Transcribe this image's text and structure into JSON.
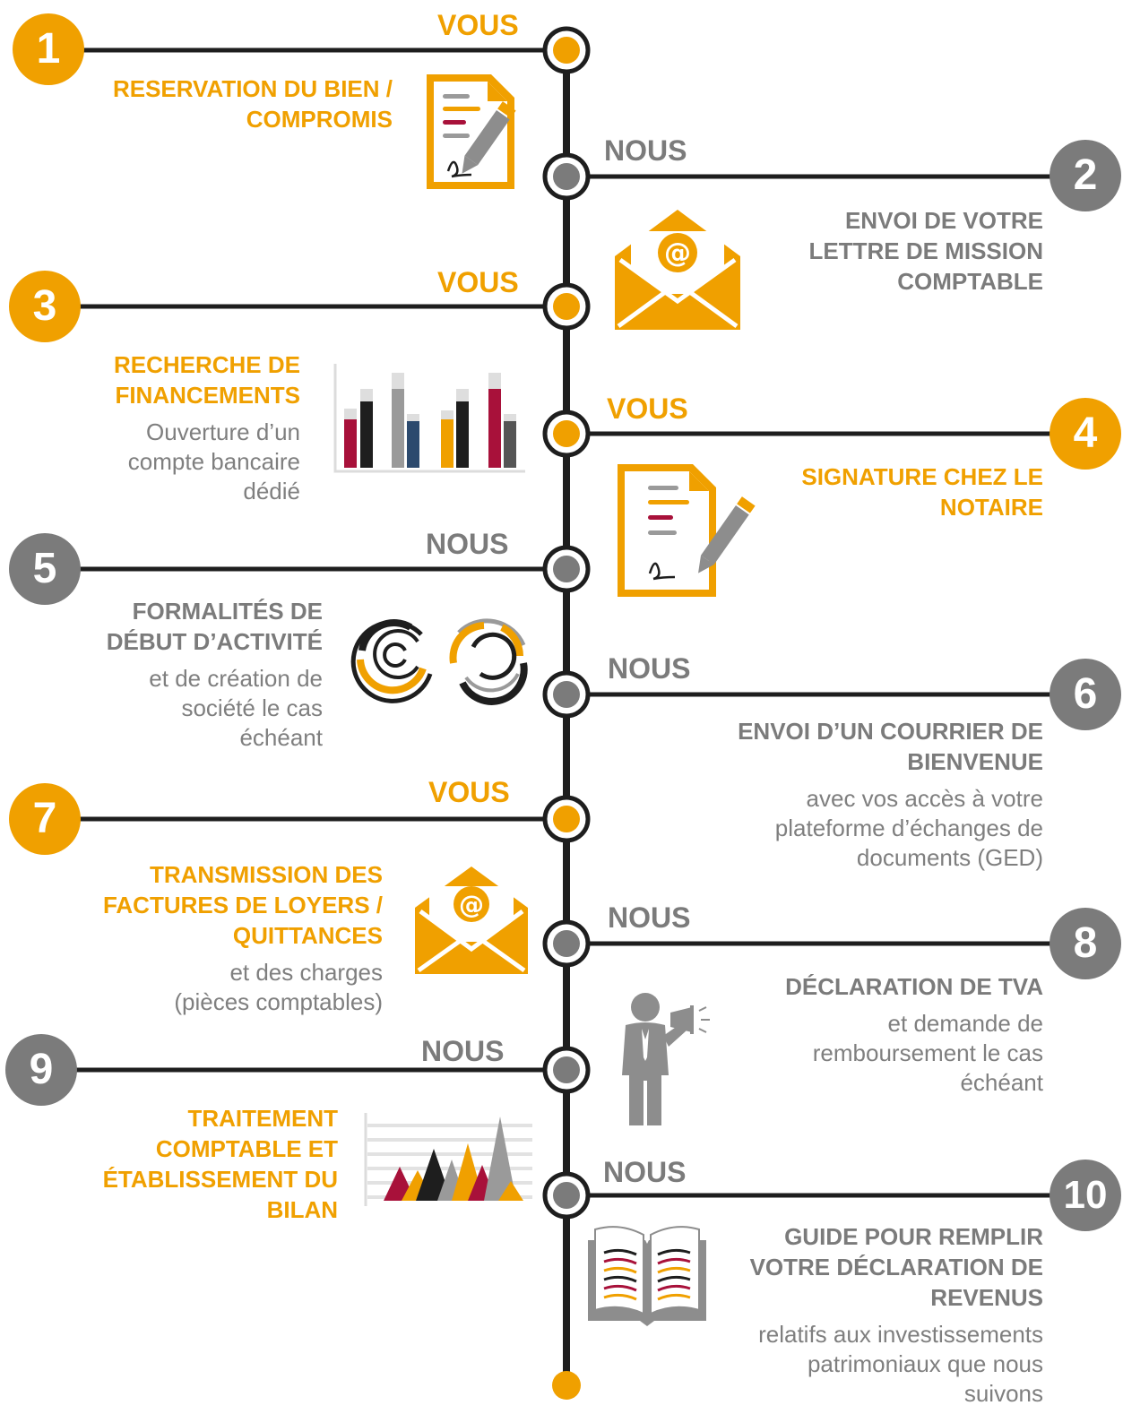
{
  "colors": {
    "you": "#f0a000",
    "we": "#7b7b7b",
    "line": "#1e1e1e",
    "crimson": "#a8113a",
    "navy": "#2c4a6e"
  },
  "steps": [
    {
      "number": "1",
      "actor": "VOUS",
      "title": "RESERVATION DU BIEN / COMPROMIS",
      "title_lines": [
        "RESERVATION DU BIEN /",
        "COMPROMIS"
      ],
      "subtitle_lines": [],
      "icon": "contract-sign-icon"
    },
    {
      "number": "2",
      "actor": "NOUS",
      "title_lines": [
        "ENVOI DE VOTRE",
        "LETTRE DE MISSION",
        "COMPTABLE"
      ],
      "subtitle_lines": [],
      "icon": "email-envelope-icon"
    },
    {
      "number": "3",
      "actor": "VOUS",
      "title_lines": [
        "RECHERCHE DE",
        "FINANCEMENTS"
      ],
      "subtitle_lines": [
        "Ouverture d’un",
        "compte bancaire",
        "dédié"
      ],
      "icon": "bar-chart-icon"
    },
    {
      "number": "4",
      "actor": "VOUS",
      "title_lines": [
        "SIGNATURE CHEZ LE",
        "NOTAIRE"
      ],
      "subtitle_lines": [],
      "icon": "contract-sign-icon"
    },
    {
      "number": "5",
      "actor": "NOUS",
      "title_lines": [
        "FORMALITÉS DE",
        "DÉBUT D’ACTIVITÉ"
      ],
      "subtitle_lines": [
        "et de création de",
        "société le cas",
        "échéant"
      ],
      "icon": "circular-arcs-icon"
    },
    {
      "number": "6",
      "actor": "NOUS",
      "title_lines": [
        "ENVOI D’UN COURRIER DE",
        "BIENVENUE"
      ],
      "subtitle_lines": [
        "avec vos accès à votre",
        "plateforme d’échanges de",
        "documents (GED)"
      ],
      "icon": "none"
    },
    {
      "number": "7",
      "actor": "VOUS",
      "title_lines": [
        "TRANSMISSION DES",
        "FACTURES DE LOYERS /",
        "QUITTANCES"
      ],
      "subtitle_lines": [
        "et des charges",
        "(pièces comptables)"
      ],
      "icon": "email-envelope-icon"
    },
    {
      "number": "8",
      "actor": "NOUS",
      "title_lines": [
        "DÉCLARATION DE TVA"
      ],
      "subtitle_lines": [
        "et demande de",
        "remboursement le cas",
        "échéant"
      ],
      "icon": "speaker-megaphone-icon"
    },
    {
      "number": "9",
      "actor": "NOUS",
      "title_lines": [
        "TRAITEMENT",
        "COMPTABLE ET",
        "ÉTABLISSEMENT DU",
        "BILAN"
      ],
      "subtitle_lines": [],
      "icon": "peak-chart-icon"
    },
    {
      "number": "10",
      "actor": "NOUS",
      "title_lines": [
        "GUIDE POUR REMPLIR",
        "VOTRE DÉCLARATION DE",
        "REVENUS"
      ],
      "subtitle_lines": [
        "relatifs aux investissements",
        "patrimoniaux que nous",
        "suivons"
      ],
      "icon": "open-book-icon"
    }
  ]
}
